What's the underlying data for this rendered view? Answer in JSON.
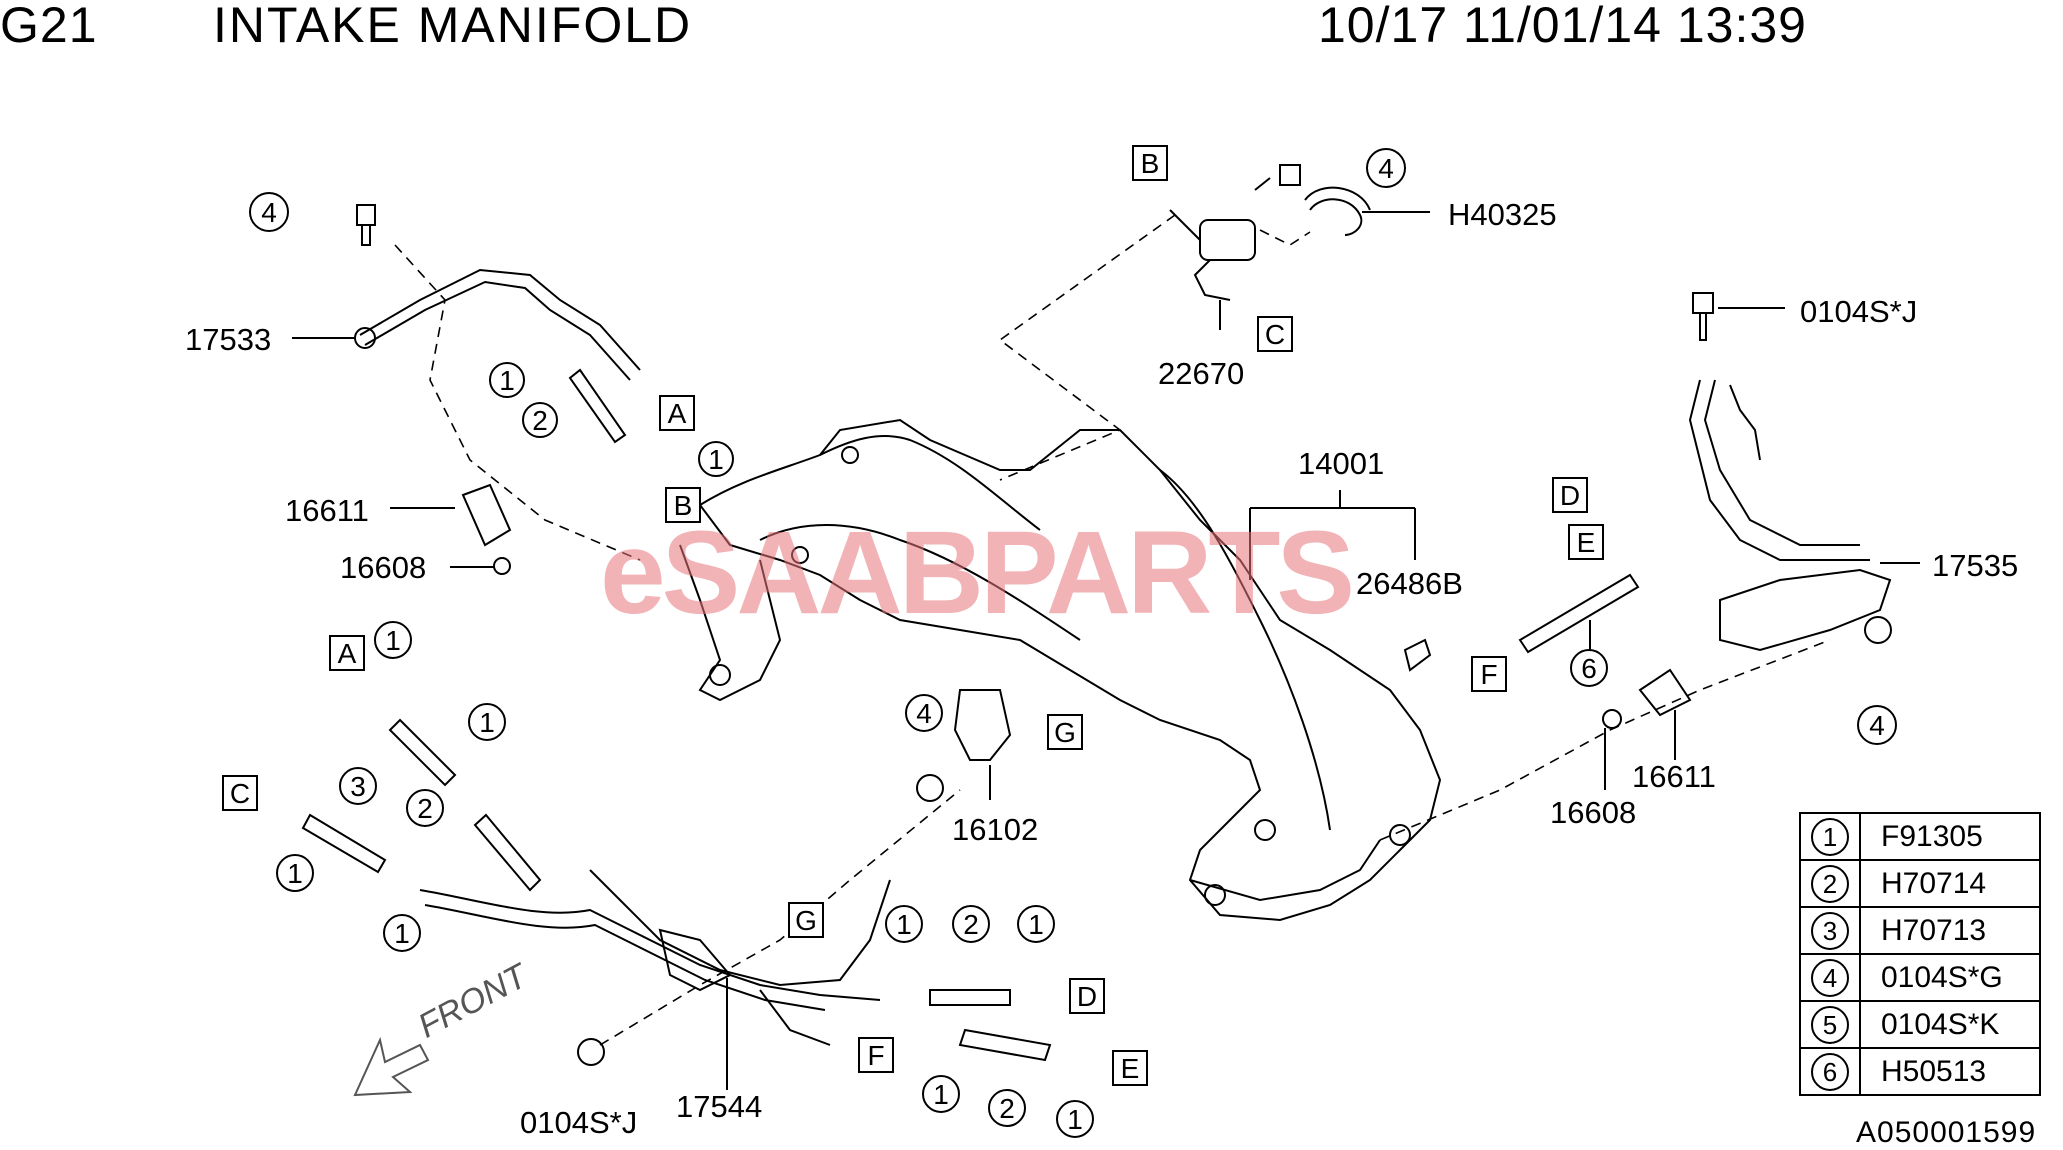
{
  "header": {
    "code": "G21",
    "title": "INTAKE MANIFOLD",
    "date": "10/17 11/01/14 13:39"
  },
  "watermark": "eSAABPARTS",
  "front_label": "FRONT",
  "footer_code": "A050001599",
  "part_labels": {
    "p17533": "17533",
    "p16611_left": "16611",
    "p16608_left": "16608",
    "p22670": "22670",
    "pH40325": "H40325",
    "p14001": "14001",
    "p26486B": "26486B",
    "p0104SJ_right": "0104S*J",
    "p17535": "17535",
    "p16102": "16102",
    "p16611_right": "16611",
    "p16608_right": "16608",
    "p0104SJ_bottom": "0104S*J",
    "p17544": "17544"
  },
  "circled": {
    "c4_topleft": "4",
    "c1_a": "1",
    "c2_a": "2",
    "c1_b": "1",
    "c4_top": "4",
    "c1_c": "1",
    "c1_d": "1",
    "c2_b": "2",
    "c3_a": "3",
    "c1_e": "1",
    "c1_f": "1",
    "c4_mid": "4",
    "c6_a": "6",
    "c4_right": "4",
    "c1_g": "1",
    "c2_c": "2",
    "c1_h": "1",
    "c1_i": "1",
    "c2_d": "2",
    "c1_j": "1"
  },
  "boxed": {
    "b_A_top": "A",
    "b_B_top": "B",
    "b_B_header": "B",
    "b_C_top": "C",
    "b_D_right": "D",
    "b_E_right": "E",
    "b_F_right": "F",
    "b_A_left": "A",
    "b_C_left": "C",
    "b_G_mid": "G",
    "b_G_bottom": "G",
    "b_D_bottom": "D",
    "b_F_bottom": "F",
    "b_E_bottom": "E"
  },
  "legend": [
    {
      "num": "1",
      "part": "F91305"
    },
    {
      "num": "2",
      "part": "H70714"
    },
    {
      "num": "3",
      "part": "H70713"
    },
    {
      "num": "4",
      "part": "0104S*G"
    },
    {
      "num": "5",
      "part": "0104S*K"
    },
    {
      "num": "6",
      "part": "H50513"
    }
  ]
}
